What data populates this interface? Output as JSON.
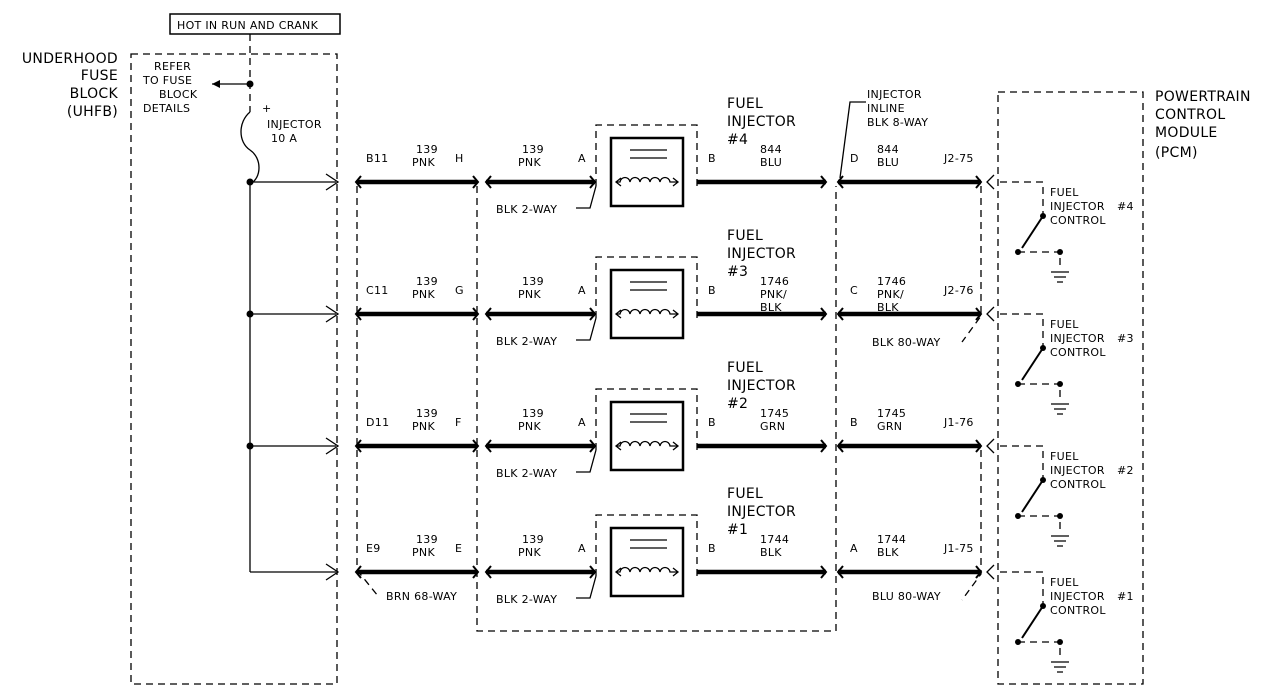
{
  "header": {
    "hot_label": "HOT IN RUN AND CRANK"
  },
  "fuse_block": {
    "title_lines": [
      "UNDERHOOD",
      "FUSE",
      "BLOCK",
      "(UHFB)"
    ],
    "refer_lines": [
      "REFER",
      "TO FUSE",
      "BLOCK",
      "DETAILS"
    ],
    "fuse_plus": "+",
    "fuse_lines": [
      "INJECTOR",
      "10 A"
    ],
    "connector_label": "BRN 68-WAY"
  },
  "pcm": {
    "title_lines": [
      "POWERTRAIN",
      "CONTROL",
      "MODULE",
      "(PCM)"
    ]
  },
  "inline_connector": {
    "label_lines": [
      "INJECTOR",
      "INLINE",
      "BLK 8-WAY"
    ]
  },
  "pcm_connectors": {
    "upper_label": "BLK 80-WAY",
    "lower_label": "BLU 80-WAY"
  },
  "rows": [
    {
      "uhfb_pin": "B11",
      "wire_a_num": "139",
      "wire_a_color": "PNK",
      "inline_pin_a": "H",
      "inj_wire_num": "139",
      "inj_wire_color": "PNK",
      "inj_pin_a": "A",
      "inj_pin_b": "B",
      "inj_conn": "BLK 2-WAY",
      "injector_title": [
        "FUEL",
        "INJECTOR",
        "#4"
      ],
      "wire_b_lines": [
        "844",
        "BLU"
      ],
      "inline_pin_b": "D",
      "wire_c_lines": [
        "844",
        "BLU"
      ],
      "pcm_pin": "J2-75",
      "control_lines": [
        "FUEL",
        "INJECTOR",
        "CONTROL"
      ],
      "control_num": "#4"
    },
    {
      "uhfb_pin": "C11",
      "wire_a_num": "139",
      "wire_a_color": "PNK",
      "inline_pin_a": "G",
      "inj_wire_num": "139",
      "inj_wire_color": "PNK",
      "inj_pin_a": "A",
      "inj_pin_b": "B",
      "inj_conn": "BLK 2-WAY",
      "injector_title": [
        "FUEL",
        "INJECTOR",
        "#3"
      ],
      "wire_b_lines": [
        "1746",
        "PNK/",
        "BLK"
      ],
      "inline_pin_b": "C",
      "wire_c_lines": [
        "1746",
        "PNK/",
        "BLK"
      ],
      "pcm_pin": "J2-76",
      "control_lines": [
        "FUEL",
        "INJECTOR",
        "CONTROL"
      ],
      "control_num": "#3"
    },
    {
      "uhfb_pin": "D11",
      "wire_a_num": "139",
      "wire_a_color": "PNK",
      "inline_pin_a": "F",
      "inj_wire_num": "139",
      "inj_wire_color": "PNK",
      "inj_pin_a": "A",
      "inj_pin_b": "B",
      "inj_conn": "BLK 2-WAY",
      "injector_title": [
        "FUEL",
        "INJECTOR",
        "#2"
      ],
      "wire_b_lines": [
        "1745",
        "GRN"
      ],
      "inline_pin_b": "B",
      "wire_c_lines": [
        "1745",
        "GRN"
      ],
      "pcm_pin": "J1-76",
      "control_lines": [
        "FUEL",
        "INJECTOR",
        "CONTROL"
      ],
      "control_num": "#2"
    },
    {
      "uhfb_pin": "E9",
      "wire_a_num": "139",
      "wire_a_color": "PNK",
      "inline_pin_a": "E",
      "inj_wire_num": "139",
      "inj_wire_color": "PNK",
      "inj_pin_a": "A",
      "inj_pin_b": "B",
      "inj_conn": "BLK 2-WAY",
      "injector_title": [
        "FUEL",
        "INJECTOR",
        "#1"
      ],
      "wire_b_lines": [
        "1744",
        "BLK"
      ],
      "inline_pin_b": "A",
      "wire_c_lines": [
        "1744",
        "BLK"
      ],
      "pcm_pin": "J1-75",
      "control_lines": [
        "FUEL",
        "INJECTOR",
        "CONTROL"
      ],
      "control_num": "#1"
    }
  ]
}
